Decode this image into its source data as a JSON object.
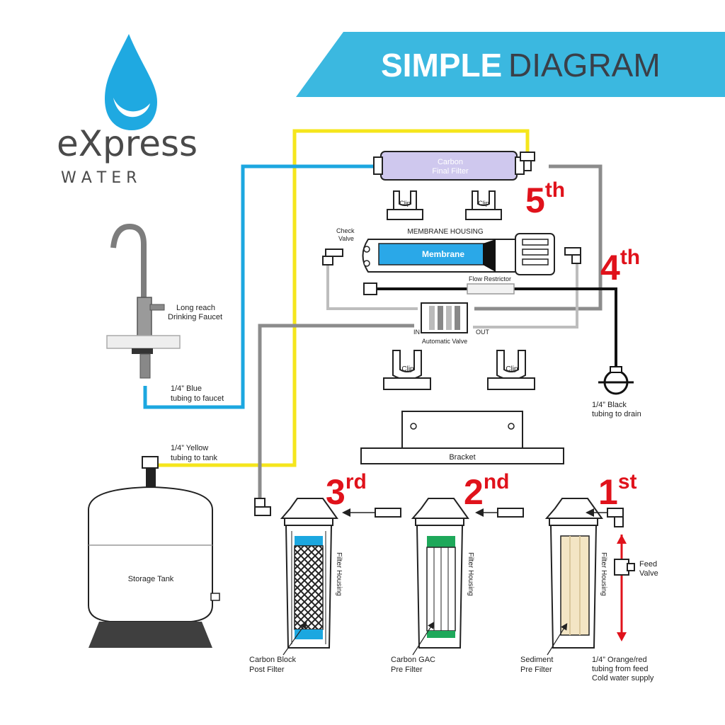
{
  "banner": {
    "bold": "SIMPLE",
    "light": "DIAGRAM",
    "color": "#3bb8e0"
  },
  "logo": {
    "word_a": "e",
    "word_b": "X",
    "word_c": "press",
    "word_sub": "W A T E R"
  },
  "colors": {
    "blue_tube": "#1ca7e0",
    "yellow_tube": "#f5e61c",
    "gray_tube": "#8c8c8c",
    "light_gray_tube": "#bdbdbd",
    "black_tube": "#111111",
    "red_tube": "#e0121b",
    "stage_red": "#e0121b",
    "membrane_blue": "#2aa8e8",
    "final_filter_purple": "#cfc8ee"
  },
  "stages": {
    "s5": "5",
    "s5_suffix": "th",
    "s4": "4",
    "s4_suffix": "th",
    "s3": "3",
    "s3_suffix": "rd",
    "s2": "2",
    "s2_suffix": "nd",
    "s1": "1",
    "s1_suffix": "st"
  },
  "labels": {
    "carbon_final_1": "Carbon",
    "carbon_final_2": "Final Filter",
    "clip": "Clip",
    "membrane_housing": "MEMBRANE HOUSING",
    "membrane": "Membrane",
    "check_valve_1": "Check",
    "check_valve_2": "Valve",
    "flow_restrictor": "Flow Restrictor",
    "auto_valve": "Automatic Valve",
    "in": "IN",
    "out": "OUT",
    "faucet_1": "Long reach",
    "faucet_2": "Drinking Faucet",
    "blue_tube_1": "1/4” Blue",
    "blue_tube_2": "tubing to faucet",
    "yellow_tube_1": "1/4” Yellow",
    "yellow_tube_2": "tubing to tank",
    "black_tube_1": "1/4” Black",
    "black_tube_2": "tubing to drain",
    "bracket": "Bracket",
    "storage_tank": "Storage Tank",
    "filter_housing": "Filter Housing",
    "carbon_block_1": "Carbon Block",
    "carbon_block_2": "Post Filter",
    "gac_1": "Carbon GAC",
    "gac_2": "Pre Filter",
    "sediment_1": "Sediment",
    "sediment_2": "Pre Filter",
    "feed_valve_1": "Feed",
    "feed_valve_2": "Valve",
    "feed_tube_1": "1/4” Orange/red",
    "feed_tube_2": "tubing from feed",
    "feed_tube_3": "Cold water supply"
  }
}
